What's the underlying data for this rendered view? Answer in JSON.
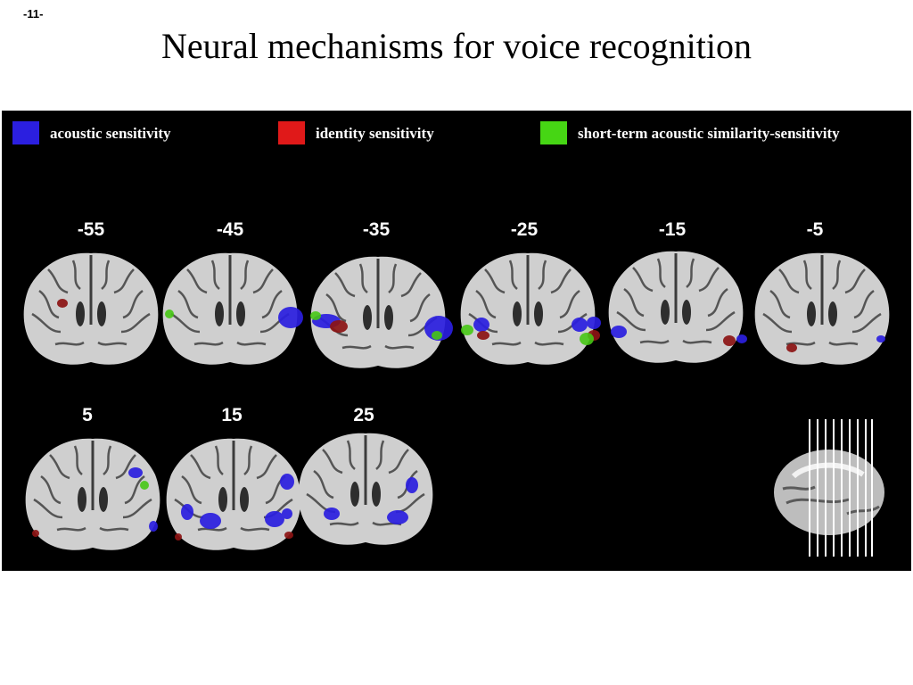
{
  "page_number": "-11-",
  "title": "Neural mechanisms for voice recognition",
  "legend": [
    {
      "label": "acoustic sensitivity",
      "color": "#2b1fe0"
    },
    {
      "label": "identity sensitivity",
      "color": "#e01919"
    },
    {
      "label": "short-term acoustic similarity-sensitivity",
      "color": "#46d614"
    }
  ],
  "slices_top": [
    "-55",
    "-45",
    "-35",
    "-25",
    "-15",
    "-5"
  ],
  "slices_bottom": [
    "5",
    "15",
    "25"
  ],
  "colors": {
    "background": "#000000",
    "brain": "#cfcfcf",
    "sulci": "#4a4a4a",
    "acoustic": "#2b1fe0",
    "identity": "#8c1414",
    "similarity": "#46c614"
  }
}
